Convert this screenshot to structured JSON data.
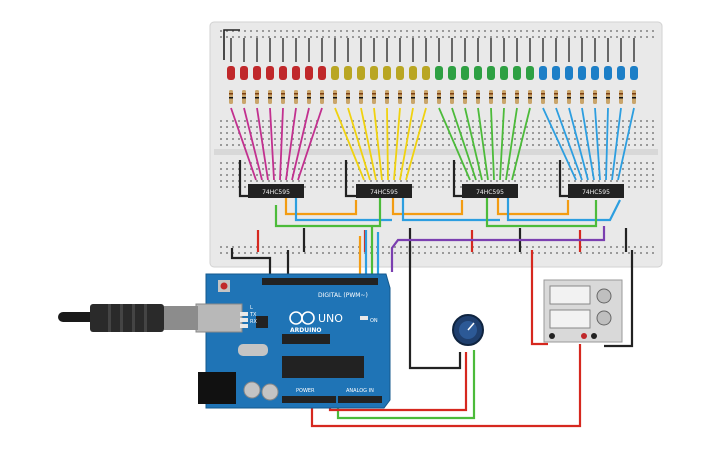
{
  "colors": {
    "board_bg": "#e9e9e9",
    "arduino": "#1f74b6",
    "led_red": "#c0282b",
    "led_yellow": "#b9a623",
    "led_green": "#2ea043",
    "led_blue": "#1d7fc7",
    "wire_magenta": "#c2308f",
    "wire_yellow": "#f0d20f",
    "wire_green": "#4cbb3a",
    "wire_blue": "#2c9ee0",
    "wire_orange": "#f39c12",
    "wire_red": "#d6281f",
    "wire_black": "#222222",
    "wire_purple": "#7b3fb0"
  },
  "breadboard": {
    "led_groups": [
      "red",
      "yellow",
      "green",
      "blue"
    ],
    "leds_per_group": 8
  },
  "chips": [
    {
      "label": "74HC595"
    },
    {
      "label": "74HC595"
    },
    {
      "label": "74HC595"
    },
    {
      "label": "74HC595"
    }
  ],
  "arduino": {
    "brand": "ARDUINO",
    "model": "UNO",
    "digital_header": "DIGITAL (PWM~)",
    "power_header": "POWER",
    "analog_header": "ANALOG IN",
    "tx_label": "TX",
    "rx_label": "RX",
    "on_label": "ON",
    "l_label": "L"
  },
  "components": {
    "usb_plug": "usb-plug-icon",
    "potentiometer": "potentiometer-icon",
    "power_supply": "power-supply-icon"
  }
}
